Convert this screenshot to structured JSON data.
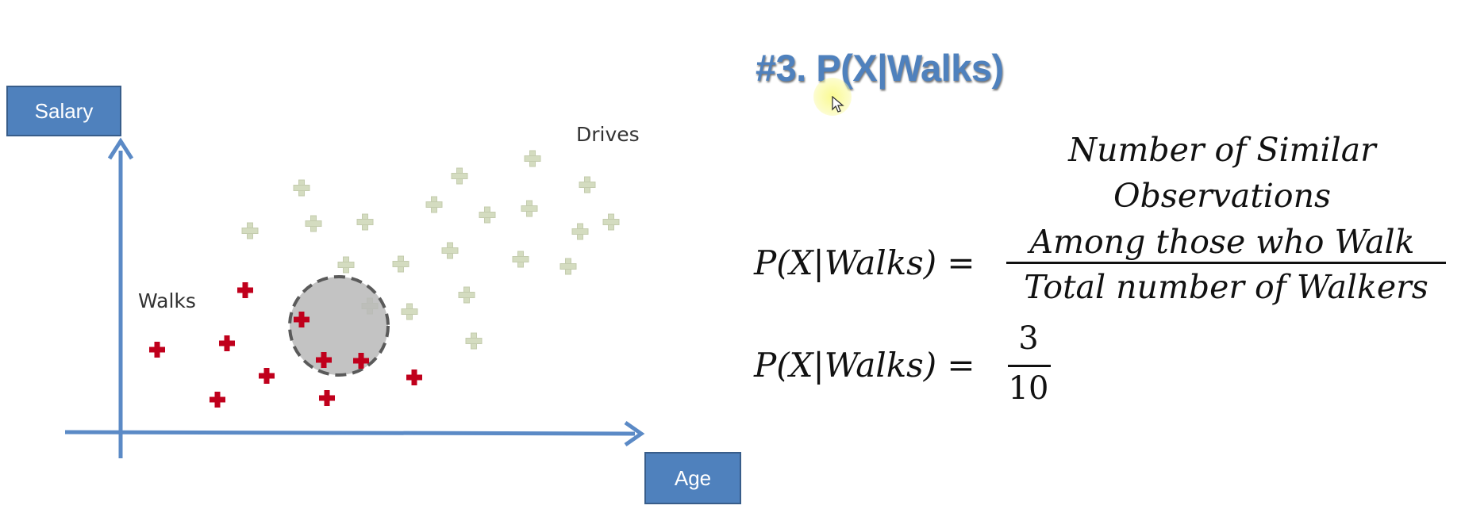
{
  "diagram": {
    "y_axis_label": "Salary",
    "x_axis_label": "Age",
    "group_walks_label": "Walks",
    "group_drives_label": "Drives",
    "colors": {
      "axis_blue": "#4f81bd",
      "walks_red": "#c0001c",
      "drives_pale_green": "#d4dcc0",
      "neighborhood_gray": "#b8b8b8"
    }
  },
  "slide": {
    "title": "#3. P(X|Walks)"
  },
  "formula": {
    "lhs": "P(X|Walks) =",
    "numerator_line1": "Number of Similar",
    "numerator_line2": "Observations",
    "numerator_line3": "Among those who Walk",
    "denominator": "Total number of Walkers",
    "result_lhs": "P(X|Walks) =",
    "result_numerator": "3",
    "result_denominator": "10"
  },
  "cursor": {
    "icon": "mouse-pointer-icon"
  }
}
